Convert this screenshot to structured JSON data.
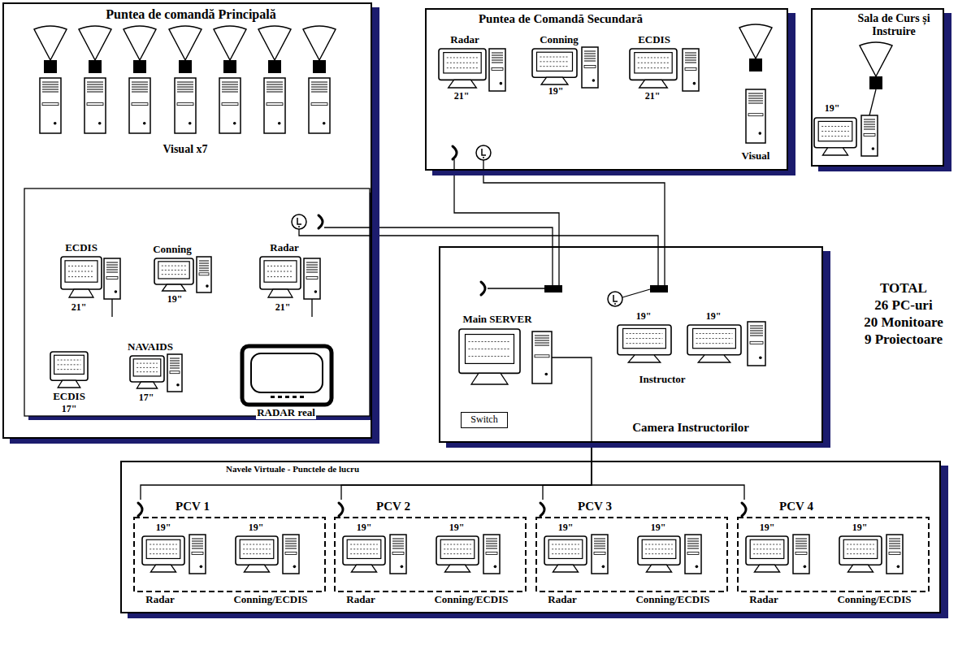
{
  "diagram": {
    "nodes": [
      {
        "text": [
          "Puntea de comandă Principală"
        ]
      },
      {
        "text": [
          "ECDIS",
          "21\""
        ],
        "in": 0
      },
      {
        "text": [
          "Conning",
          "19\""
        ],
        "in": 0
      },
      {
        "text": [
          "Radar",
          "21\""
        ],
        "in": 0
      },
      {
        "text": [
          "ECDIS",
          "17\""
        ],
        "in": 0
      },
      {
        "text": [
          "NAVAIDS",
          "17\""
        ],
        "in": 0
      },
      {
        "text": [
          "RADAR real"
        ],
        "in": 0
      },
      {
        "text": [
          "Puntea de Comandă Secundară"
        ]
      },
      {
        "text": [
          "Radar",
          "21\""
        ],
        "in": 7
      },
      {
        "text": [
          "Conning",
          "19\""
        ],
        "in": 7
      },
      {
        "text": [
          "ECDIS",
          "21\""
        ],
        "in": 7
      },
      {
        "text": [
          "Visual"
        ],
        "in": 7
      },
      {
        "text": [
          "Sala de Curs și Instruire"
        ]
      },
      {
        "text": [
          "19\""
        ],
        "in": 12
      },
      {
        "text": [
          "Camera Instructorilor"
        ]
      },
      {
        "text": [
          "Main SERVER"
        ],
        "in": 14
      },
      {
        "text": [
          "Switch"
        ],
        "in": 14
      },
      {
        "text": [
          "19\"",
          "19\"",
          "Instructor"
        ],
        "in": 14
      },
      {
        "text": [
          "Navele Virtuale - Punctele de lucru"
        ]
      },
      {
        "text": [
          "PCV 1"
        ],
        "in": 18
      },
      {
        "text": [
          "19\"",
          "Radar"
        ],
        "in": 19
      },
      {
        "text": [
          "19\"",
          "Conning/ECDIS"
        ],
        "in": 19
      },
      {
        "text": [
          "PCV 2"
        ],
        "in": 18
      },
      {
        "text": [
          "19\"",
          "Radar"
        ],
        "in": 22
      },
      {
        "text": [
          "19\"",
          "Conning/ECDIS"
        ],
        "in": 22
      },
      {
        "text": [
          "PCV 3"
        ],
        "in": 18
      },
      {
        "text": [
          "19\"",
          "Radar"
        ],
        "in": 25
      },
      {
        "text": [
          "19\"",
          "Conning/ECDIS"
        ],
        "in": 25
      },
      {
        "text": [
          "PCV 4"
        ],
        "in": 18
      },
      {
        "text": [
          "19\"",
          "Radar"
        ],
        "in": 28
      },
      {
        "text": [
          "19\"",
          "Conning/ECDIS"
        ],
        "in": 28
      }
    ],
    "edges": [
      {
        "from": 1,
        "to": 4,
        "arrow": "none"
      },
      {
        "from": 3,
        "to": 6,
        "arrow": "none"
      },
      {
        "from": 0,
        "to": 14,
        "arrow": "none"
      },
      {
        "from": 0,
        "to": 14,
        "arrow": "none"
      },
      {
        "from": 7,
        "to": 14,
        "arrow": "none"
      },
      {
        "from": 7,
        "to": 14,
        "arrow": "none"
      },
      {
        "from": 14,
        "to": 19,
        "arrow": "none"
      },
      {
        "from": 14,
        "to": 22,
        "arrow": "none"
      },
      {
        "from": 14,
        "to": 25,
        "arrow": "none"
      },
      {
        "from": 14,
        "to": 28,
        "arrow": "none"
      }
    ],
    "labels": [
      "Visual x7",
      "TOTAL",
      "26 PC-uri",
      "20 Monitoare",
      "9 Proiectoare"
    ]
  }
}
